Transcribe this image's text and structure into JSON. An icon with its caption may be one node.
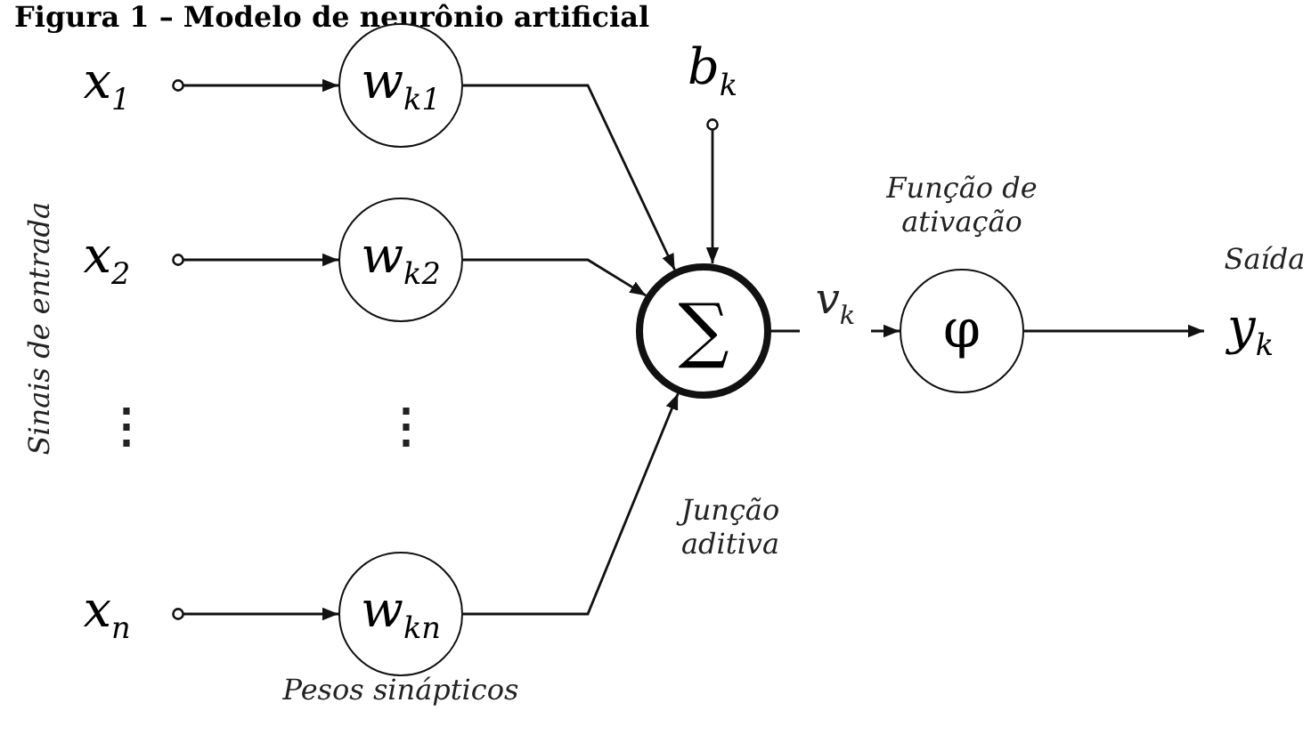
{
  "diagram": {
    "title": "Figura 1 – Modelo de neurônio artificial",
    "nodes": [
      {
        "text": [
          "x$_{1}$"
        ]
      },
      {
        "text": [
          "w$_{k1}$"
        ]
      },
      {
        "text": [
          "x$_{2}$"
        ]
      },
      {
        "text": [
          "w$_{k2}$"
        ]
      },
      {
        "text": [
          "x$_{n}$"
        ]
      },
      {
        "text": [
          "w$_{kn}$"
        ]
      },
      {
        "text": [
          "b$_{k}$"
        ]
      },
      {
        "text": [
          "∑"
        ],
        "beside": [
          "Junção aditiva"
        ]
      },
      {
        "text": [
          "φ"
        ],
        "beside": [
          "Função de ativação"
        ]
      },
      {
        "text": [
          "y$_{k}$"
        ],
        "beside": [
          "Saída"
        ]
      }
    ],
    "edges": [
      {
        "from": 0,
        "to": 1,
        "arrow": "to"
      },
      {
        "from": 2,
        "to": 3,
        "arrow": "to"
      },
      {
        "from": 4,
        "to": 5,
        "arrow": "to"
      },
      {
        "from": 1,
        "to": 7,
        "arrow": "to"
      },
      {
        "from": 3,
        "to": 7,
        "arrow": "to"
      },
      {
        "from": 5,
        "to": 7,
        "arrow": "to"
      },
      {
        "from": 6,
        "to": 7,
        "arrow": "to"
      },
      {
        "from": 7,
        "to": 8,
        "arrow": "to",
        "label": "v$_{k}$"
      },
      {
        "from": 8,
        "to": 9,
        "arrow": "to"
      }
    ],
    "labels": [
      "Sinais de entrada",
      "⋮",
      "⋮",
      "Pesos sinápticos"
    ]
  }
}
